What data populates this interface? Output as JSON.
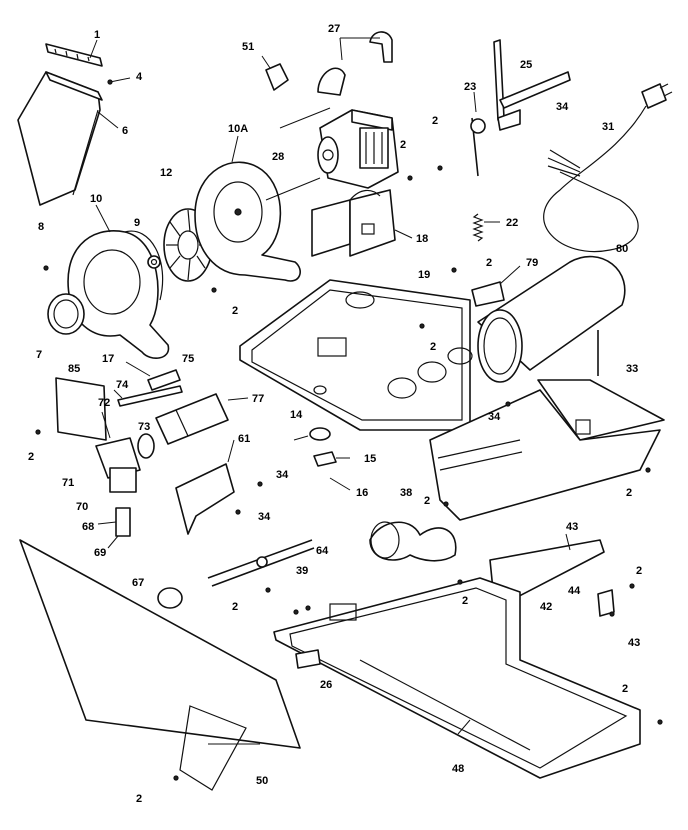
{
  "colors": {
    "line": "#111111",
    "background": "#ffffff"
  },
  "callouts": {
    "c1": "1",
    "c4": "4",
    "c6": "6",
    "c51": "51",
    "c27": "27",
    "c25": "25",
    "c23": "23",
    "c34a": "34",
    "c31": "31",
    "c10a": "10A",
    "c2a": "2",
    "c28": "28",
    "c2b": "2",
    "c12": "12",
    "c10": "10",
    "c9": "9",
    "c8": "8",
    "c22": "22",
    "c18": "18",
    "c2c": "2",
    "c79": "79",
    "c80": "80",
    "c19": "19",
    "c2d": "2",
    "c7": "7",
    "c2e": "2",
    "c17": "17",
    "c75": "75",
    "c85": "85",
    "c74": "74",
    "c72": "72",
    "c77": "77",
    "c14": "14",
    "c34b": "34",
    "c33": "33",
    "c2f": "2",
    "c73": "73",
    "c61": "61",
    "c71": "71",
    "c70": "70",
    "c15": "15",
    "c34c": "34",
    "c16": "16",
    "c38": "38",
    "c2g": "2",
    "c2h": "2",
    "c34d": "34",
    "c68": "68",
    "c69": "69",
    "c43a": "43",
    "c64": "64",
    "c39": "39",
    "c67": "67",
    "c2i": "2",
    "c2j": "2",
    "c42": "42",
    "c44": "44",
    "c2k": "2",
    "c43b": "43",
    "c26": "26",
    "c2l": "2",
    "c48": "48",
    "c50": "50",
    "c2m": "2"
  }
}
